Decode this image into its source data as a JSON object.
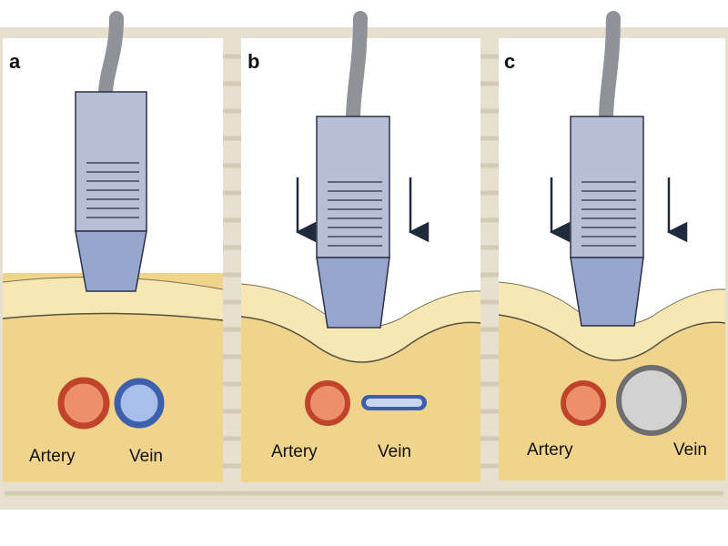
{
  "panels": [
    {
      "letter": "a",
      "artery_label": "Artery",
      "vein_label": "Vein"
    },
    {
      "letter": "b",
      "artery_label": "Artery",
      "vein_label": "Vein"
    },
    {
      "letter": "c",
      "artery_label": "Artery",
      "vein_label": "Vein"
    }
  ],
  "colors": {
    "page_background": "#ffffff",
    "scan_background": "#e7e0d0",
    "panel_background": "#ffffff",
    "tissue": "#f1d48c",
    "tissue_top": "#f7e7b5",
    "probe_body": "#b7bfd6",
    "probe_tip": "#96a6cc",
    "probe_line": "#2b3047",
    "cable": "#8f9299",
    "artery_ring": "#c0442a",
    "artery_fill": "#ec8f6a",
    "vein_ring": "#3d5fae",
    "vein_fill": "#a7bfea",
    "vein_dilated_ring": "#6e6e6e",
    "vein_dilated_fill": "#d2d2d2",
    "arrow": "#1f2a3a"
  },
  "icons": {
    "probe": "ultrasound-probe-icon",
    "arrow": "down-arrow-icon"
  }
}
